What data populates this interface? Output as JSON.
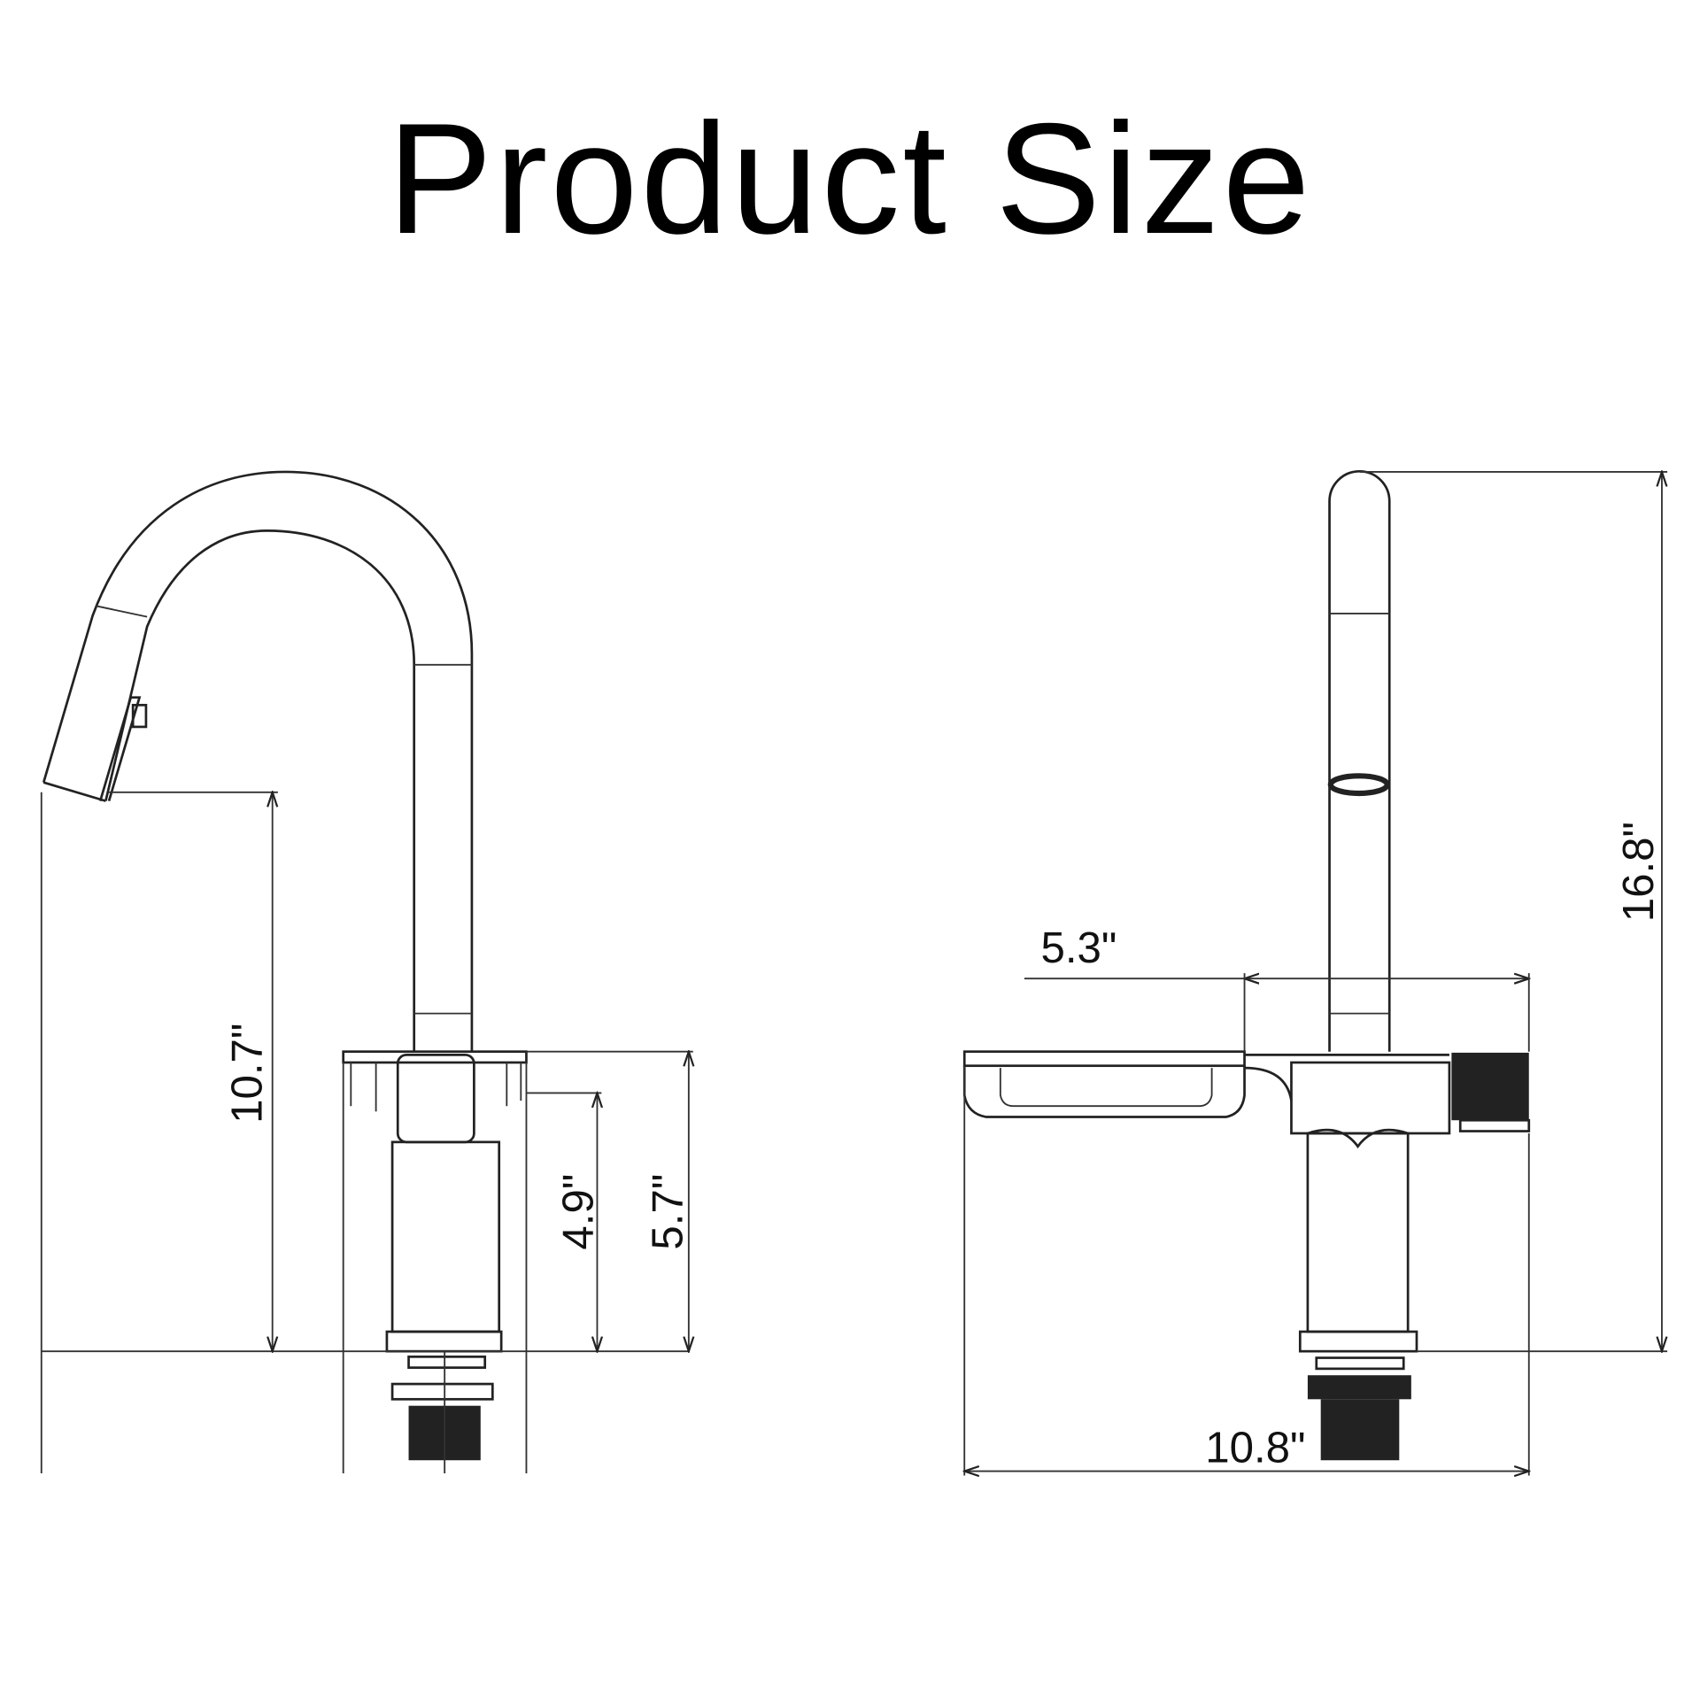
{
  "title": "Product Size",
  "front_view": {
    "dimensions": {
      "spout_height": "10.7\"",
      "handle_height": "4.9\"",
      "base_height": "5.7\""
    }
  },
  "side_view": {
    "dimensions": {
      "total_height": "16.8\"",
      "body_width": "5.3\"",
      "total_width": "10.8\""
    }
  }
}
